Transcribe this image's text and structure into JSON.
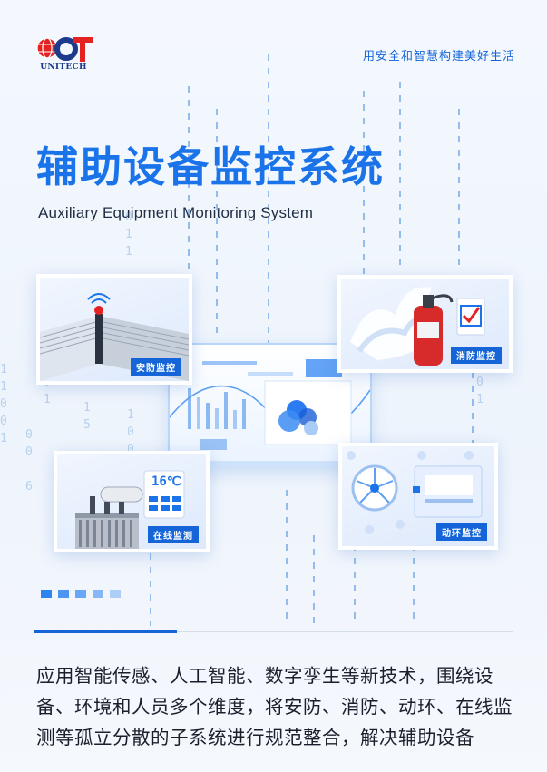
{
  "brand": {
    "logo_text": "UNITECH",
    "slogan": "用安全和智慧构建美好生活"
  },
  "hero": {
    "title_cn": "辅助设备监控系统",
    "title_en": "Auxiliary Equipment Monitoring System"
  },
  "cards": {
    "security": {
      "label": "安防监控",
      "icon": "wifi-sensor-icon"
    },
    "fire": {
      "label": "消防监控",
      "icon": "fire-extinguisher-icon"
    },
    "online": {
      "label": "在线监测",
      "icon": "transformer-icon",
      "temperature": "16℃"
    },
    "environment": {
      "label": "动环监控",
      "icon": "fan-icon"
    }
  },
  "description": "应用智能传感、人工智能、数字孪生等新技术，围绕设备、环境和人员多个维度，将安防、消防、动环、在线监测等孤立分散的子系统进行规范整合，解决辅助设备",
  "colors": {
    "brand_blue": "#1565d8",
    "title_blue": "#1a73e8",
    "logo_red": "#e52222",
    "logo_navy": "#1e3a8a"
  }
}
